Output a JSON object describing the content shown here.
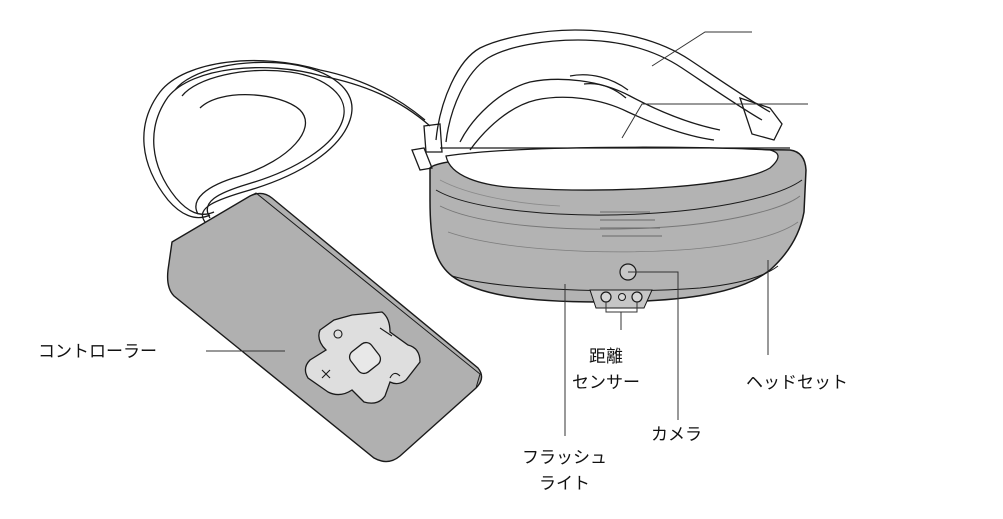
{
  "labels": {
    "controller": "コントローラー",
    "distance_sensor_line1": "距離",
    "distance_sensor_line2": "センサー",
    "headset": "ヘッドセット",
    "camera": "カメラ",
    "flash_line1": "フラッシュ",
    "flash_line2": "ライト"
  },
  "colors": {
    "line": "#1a1a1a",
    "body_fill": "#b3b3b3",
    "body_fill_light": "#c6c6c6",
    "controller_fill": "#b0b0b0",
    "dpad_fill": "#dedede",
    "leader_line": "#333333"
  }
}
